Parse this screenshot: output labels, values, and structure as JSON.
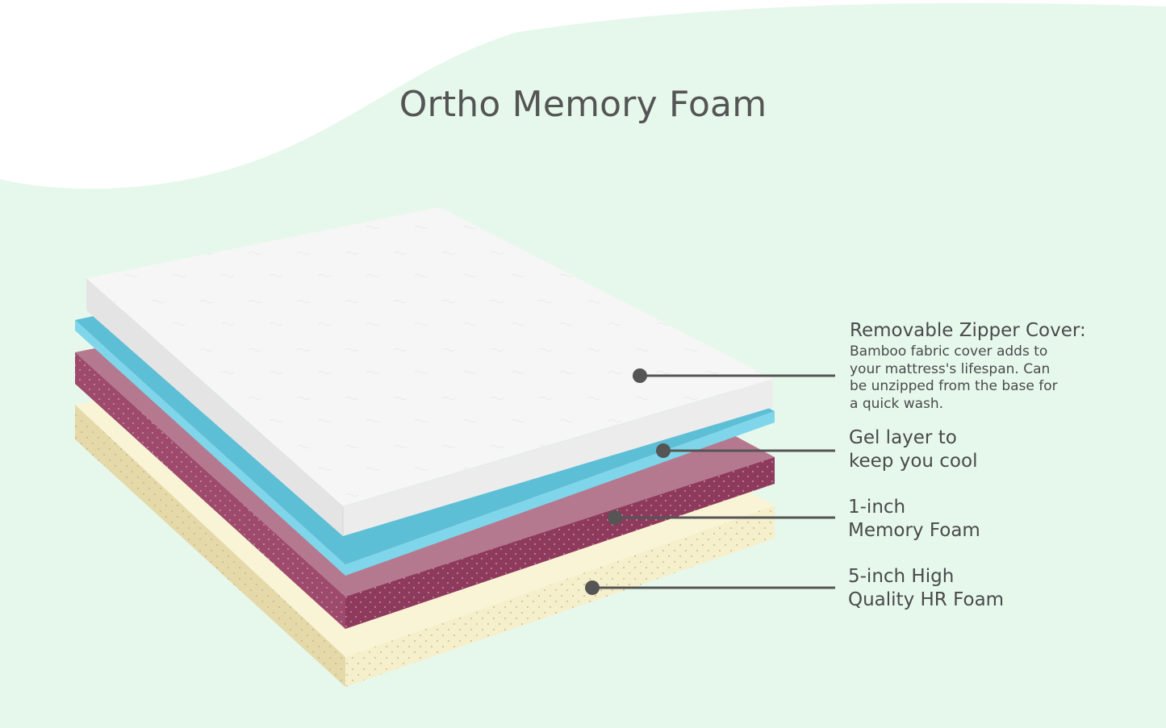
{
  "title": "Ortho Memory Foam",
  "colors": {
    "background": "#e6f8ec",
    "white_wave": "#ffffff",
    "cover_top": "#f5f5f5",
    "cover_side": "#e2e2e2",
    "gel_top": "#5dbfd6",
    "gel_edge": "#7fd6ea",
    "memory_top": "#b5798f",
    "memory_side": "#8e3a5c",
    "hr_top": "#faf4d6",
    "hr_side": "#e5d9a9",
    "pointer": "#555555"
  },
  "layers": [
    {
      "name": "cover",
      "title": "Removable Zipper Cover:",
      "description": "Bamboo fabric cover adds to\nyour mattress's lifespan. Can\nbe unzipped from the base for\na quick wash."
    },
    {
      "name": "gel",
      "title": "Gel layer to\nkeep you cool"
    },
    {
      "name": "memory-foam",
      "title": "1-inch\nMemory Foam"
    },
    {
      "name": "hr-foam",
      "title": "5-inch High\nQuality HR Foam"
    }
  ]
}
